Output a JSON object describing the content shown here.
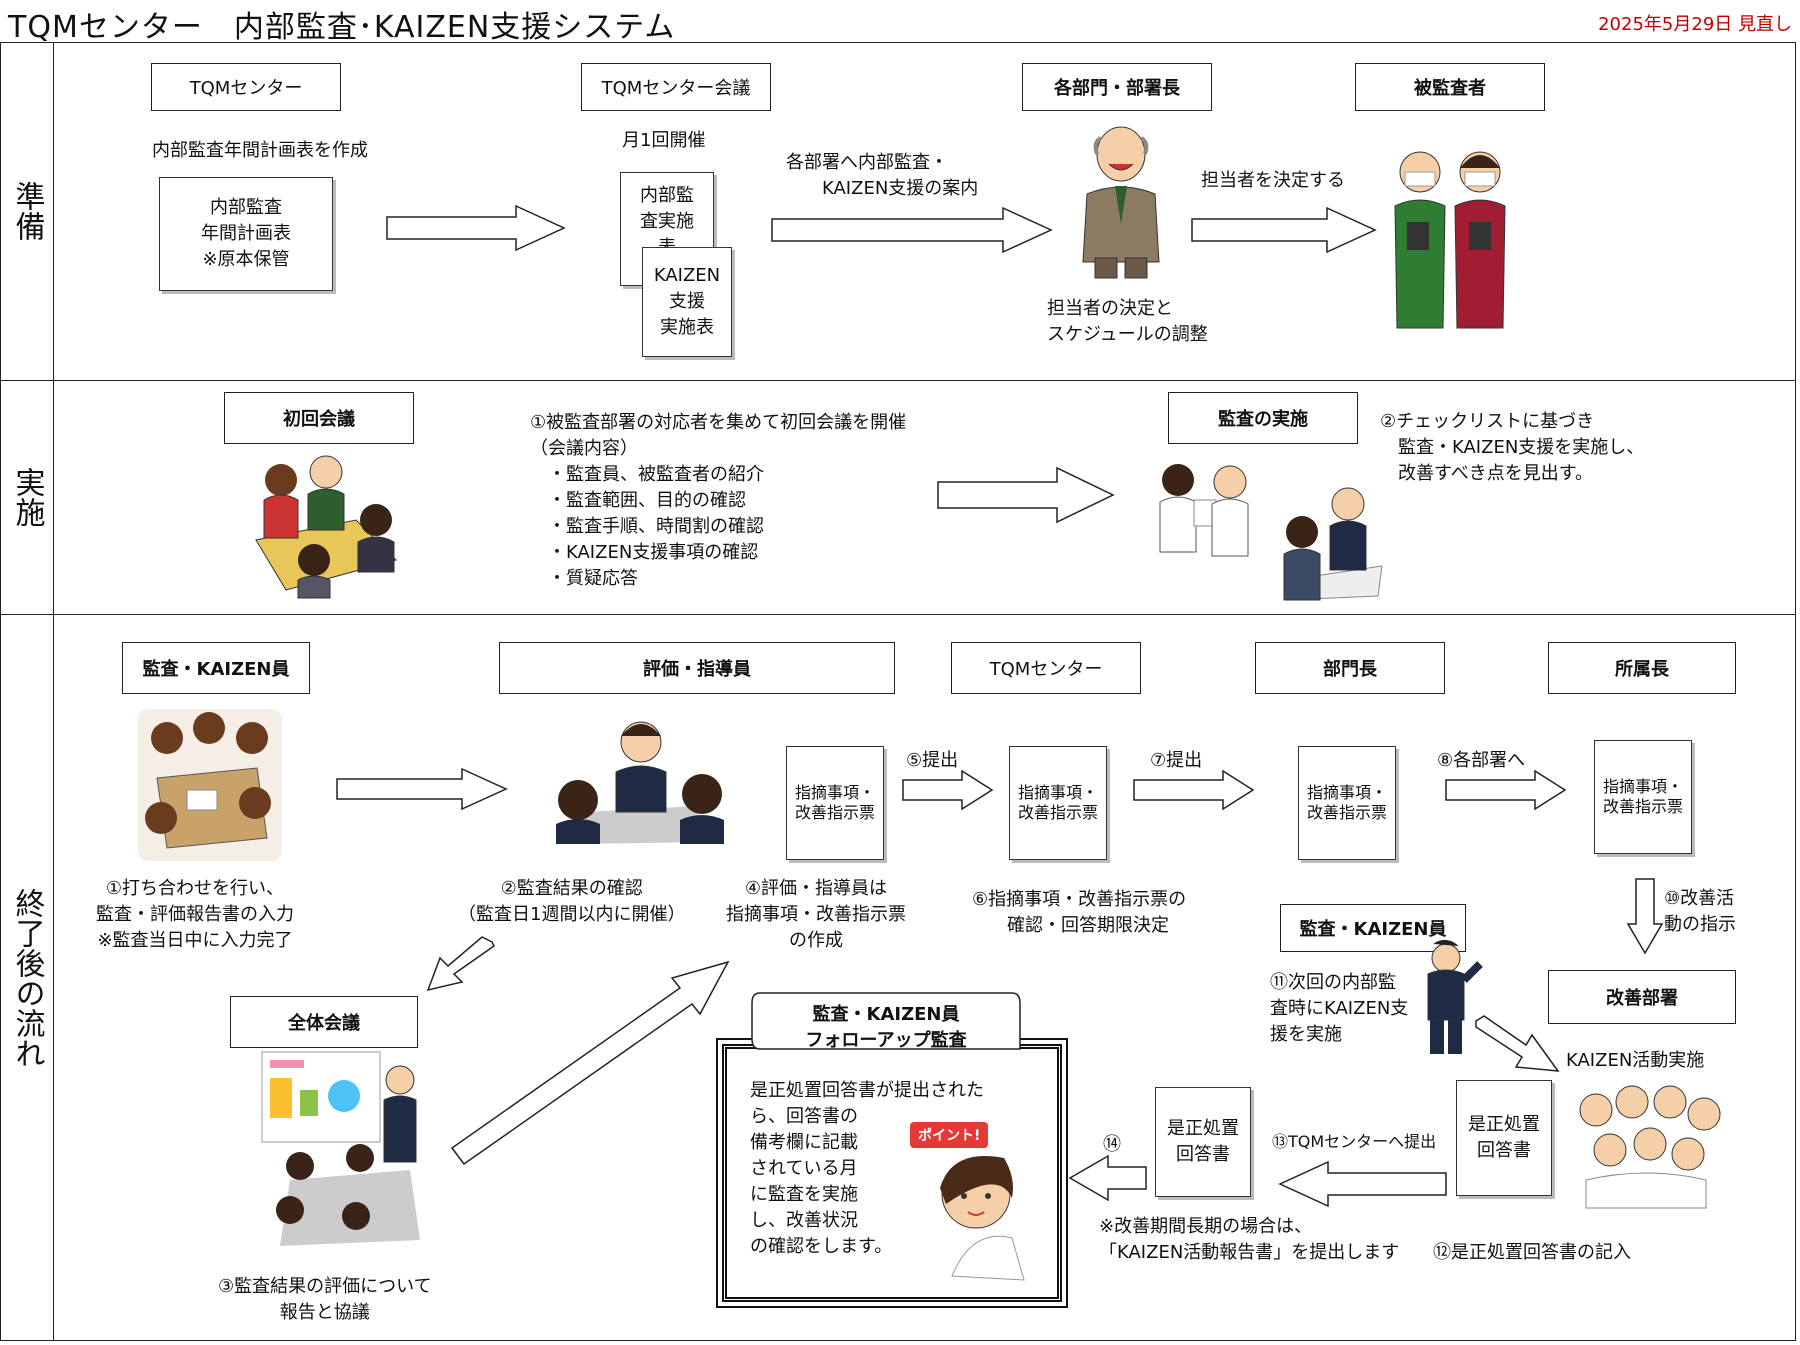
{
  "header": {
    "title": "TQMセンター　内部監査･KAIZEN支援システム",
    "date": "2025年5月29日 見直し"
  },
  "sections": {
    "prep": "準備",
    "exec": "実施",
    "flow": "終了後の流れ"
  },
  "prep": {
    "actor1": "TQMセンター",
    "actor2": "TQMセンター会議",
    "actor3": "各部門・部署長",
    "actor4": "被監査者",
    "note1": "内部監査年間計画表を作成",
    "doc1": "内部監査\n年間計画表\n※原本保管",
    "note2": "月1回開催",
    "doc2a": "内部監\n査実施\n表",
    "doc2b": "KAIZEN\n支援\n実施表",
    "arrow3": "各部署へ内部監査・\n　　KAIZEN支援の案内",
    "note3": "担当者の決定と\nスケジュールの調整",
    "arrow4": "担当者を決定する"
  },
  "exec": {
    "box1": "初回会議",
    "desc1": "①被監査部署の対応者を集めて初回会議を開催\n（会議内容）\n　・監査員、被監査者の紹介\n　・監査範囲、目的の確認\n　・監査手順、時間割の確認\n　・KAIZEN支援事項の確認\n　・質疑応答",
    "box2": "監査の実施",
    "desc2": "②チェックリストに基づき\n　監査・KAIZEN支援を実施し、\n　改善すべき点を見出す。"
  },
  "flow": {
    "actor1": "監査・KAIZEN員",
    "actor2": "評価・指導員",
    "actor3": "TQMセンター",
    "actor4": "部門長",
    "actor5": "所属長",
    "step1": "①打ち合わせを行い、\n監査・評価報告書の入力\n※監査当日中に入力完了",
    "step2": "②監査結果の確認\n（監査日1週間以内に開催）",
    "step4": "④評価・指導員は\n指摘事項・改善指示票\nの作成",
    "doc": "指摘事項・\n改善指示票",
    "arrow5": "⑤提出",
    "step6": "⑥指摘事項・改善指示票の\n　確認・回答期限決定",
    "arrow7": "⑦提出",
    "arrow8": "⑧各部署へ",
    "arrow10": "⑩改善活\n動の指示",
    "meeting": "全体会議",
    "step3": "③監査結果の評価について\n報告と協議",
    "scroll_title": "監査・KAIZEN員\nフォローアップ監査",
    "followup": "是正処置回答書が提出された\nら、回答書の\n備考欄に記載\nされている月\nに監査を実施\nし、改善状況\nの確認をします。",
    "point": "ポイント!",
    "auditor2": "監査・KAIZEN員",
    "step11": "⑪次回の内部監\n査時にKAIZEN支\n援を実施",
    "dept": "改善部署",
    "kaizen": "KAIZEN活動実施",
    "reply": "是正処置\n回答書",
    "step13": "⑬TQMセンターへ提出",
    "step14": "⑭",
    "note_long": "※改善期間長期の場合は、\n「KAIZEN活動報告書」を提出します",
    "step12": "⑫是正処置回答書の記入"
  },
  "colors": {
    "line": "#222222",
    "date": "#c00000",
    "skin": "#f5cfa8",
    "suit": "#1f2a44",
    "scrub_green": "#2e7d32",
    "scrub_red": "#a11d33"
  }
}
